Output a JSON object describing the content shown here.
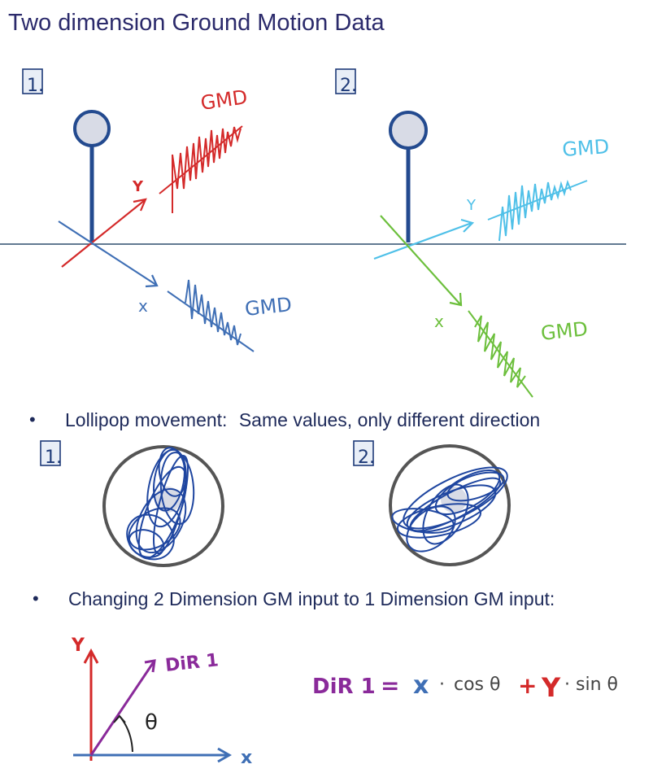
{
  "title": "Two dimension Ground Motion Data",
  "panel1": {
    "number": "1.",
    "gmd_y_label": "GMD",
    "gmd_x_label": "GMD",
    "axis_y": "Y",
    "axis_x": "x",
    "color_y": "#d42a2a",
    "color_x": "#3f6fb5"
  },
  "panel2": {
    "number": "2.",
    "gmd_y_label": "GMD",
    "gmd_x_label": "GMD",
    "axis_y": "Y",
    "axis_x": "x",
    "color_y": "#4fc0e8",
    "color_x": "#6cbf3c"
  },
  "bullet1": {
    "lead": "Lollipop movement:",
    "rest": "Same values, only different direction"
  },
  "orbit1": {
    "number": "1."
  },
  "orbit2": {
    "number": "2."
  },
  "bullet2": {
    "text": "Changing 2 Dimension GM input to 1 Dimension GM input:"
  },
  "vector": {
    "axis_y": "Y",
    "axis_x": "x",
    "dir_label": "DiR 1",
    "angle": "θ"
  },
  "formula": {
    "lhs": "DiR 1",
    "eq": "=",
    "x": "x",
    "dot1": "·",
    "cos": "cos θ",
    "plus": "+",
    "y": "Y",
    "dot2": "·",
    "sin": "sin θ"
  },
  "colors": {
    "baseline": "#2e4e6e",
    "lollipop": "#234a8f",
    "bulb_fill": "#d8dbe6",
    "orbit_line": "#1f46a0",
    "circle": "#555555",
    "purple": "#8a2a9a",
    "dir_red": "#d42a2a",
    "dir_blue": "#3f6fb5"
  }
}
